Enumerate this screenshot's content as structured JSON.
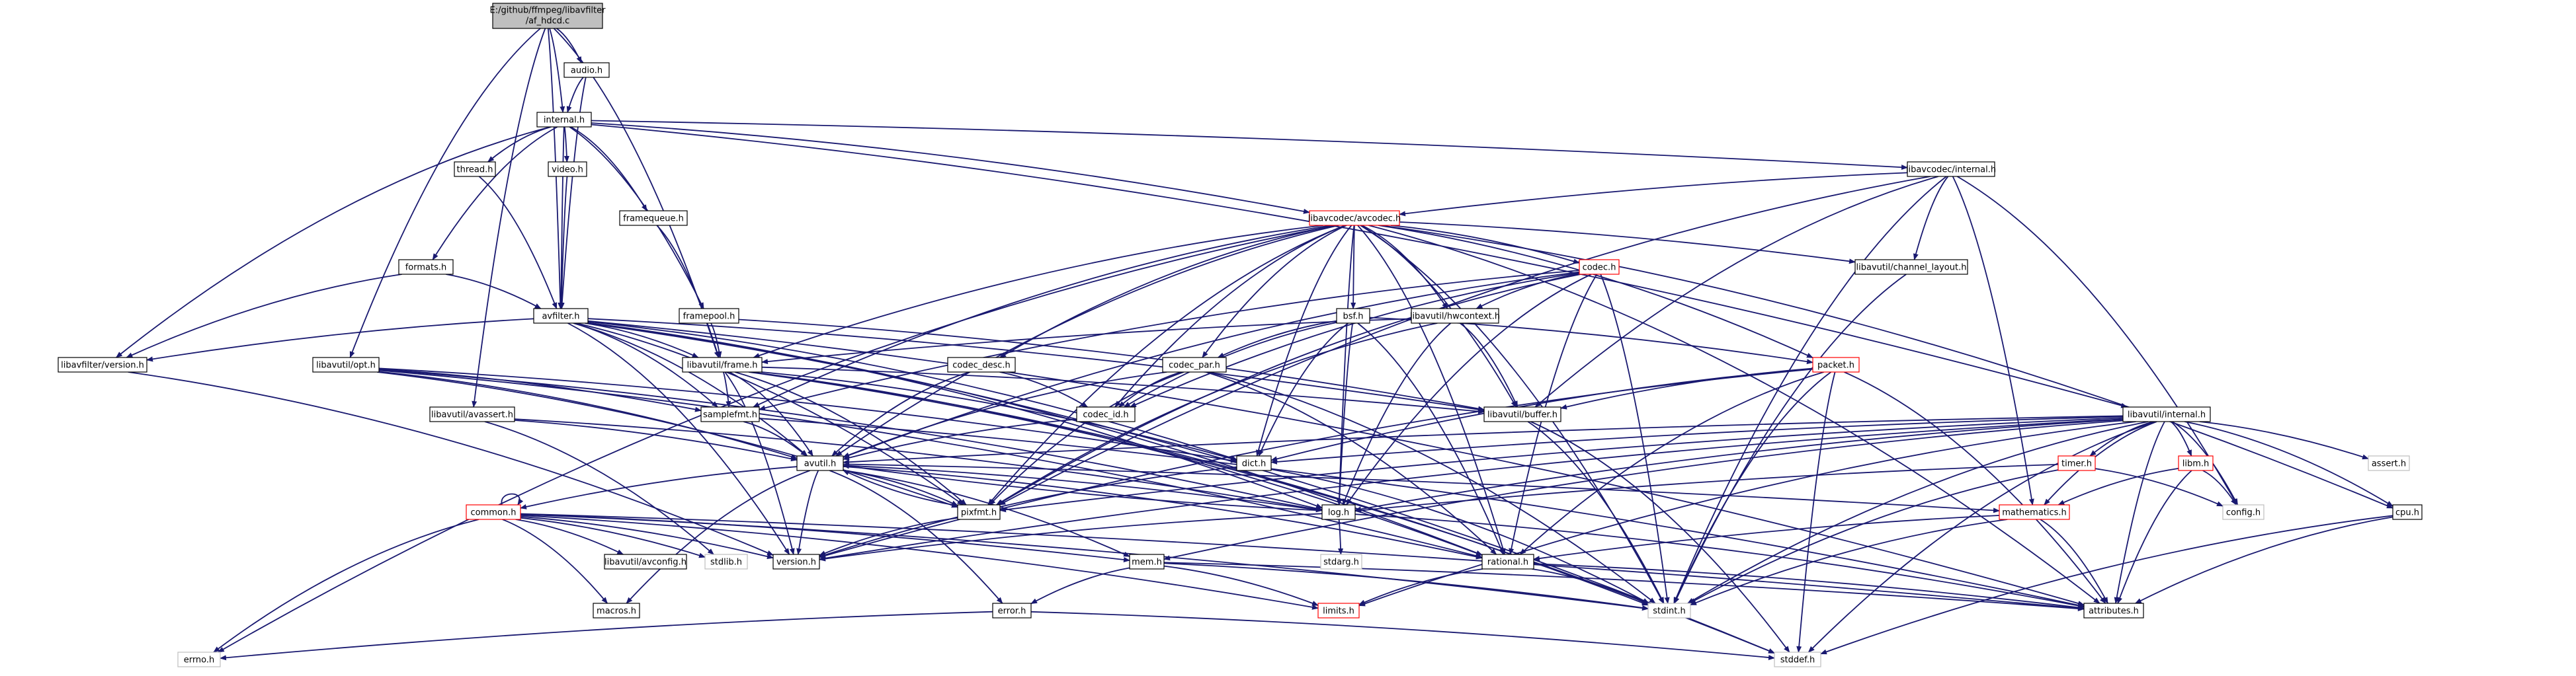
{
  "colors": {
    "edge": "#191970",
    "root_fill": "#bfbfbf",
    "missing_border": "#ff0000",
    "external_border": "#bfbfbf",
    "node_border": "#000000"
  },
  "nodes": [
    {
      "id": "root",
      "label": "E:/github/ffmpeg/libavfilter/af_hdcd.c",
      "lines": [
        "E:/github/ffmpeg/libavfilter",
        "/af_hdcd.c"
      ],
      "kind": "root"
    },
    {
      "id": "audio",
      "label": "audio.h",
      "kind": "normal"
    },
    {
      "id": "internal",
      "label": "internal.h",
      "kind": "normal"
    },
    {
      "id": "thread",
      "label": "thread.h",
      "kind": "normal"
    },
    {
      "id": "video",
      "label": "video.h",
      "kind": "normal"
    },
    {
      "id": "framequeue",
      "label": "framequeue.h",
      "kind": "normal"
    },
    {
      "id": "formats",
      "label": "formats.h",
      "kind": "normal"
    },
    {
      "id": "framepool",
      "label": "framepool.h",
      "kind": "normal"
    },
    {
      "id": "avfilter",
      "label": "avfilter.h",
      "kind": "normal"
    },
    {
      "id": "lfversion",
      "label": "libavfilter/version.h",
      "kind": "normal"
    },
    {
      "id": "opt",
      "label": "libavutil/opt.h",
      "kind": "normal"
    },
    {
      "id": "avassert",
      "label": "libavutil/avassert.h",
      "kind": "normal"
    },
    {
      "id": "frame",
      "label": "libavutil/frame.h",
      "kind": "normal"
    },
    {
      "id": "samplefmt",
      "label": "samplefmt.h",
      "kind": "normal"
    },
    {
      "id": "avutil",
      "label": "avutil.h",
      "kind": "normal"
    },
    {
      "id": "common",
      "label": "common.h",
      "kind": "missing"
    },
    {
      "id": "avconfig",
      "label": "libavutil/avconfig.h",
      "kind": "normal"
    },
    {
      "id": "stdlib",
      "label": "stdlib.h",
      "kind": "external"
    },
    {
      "id": "version",
      "label": "version.h",
      "kind": "normal"
    },
    {
      "id": "macros",
      "label": "macros.h",
      "kind": "normal"
    },
    {
      "id": "errno",
      "label": "errno.h",
      "kind": "external"
    },
    {
      "id": "pixfmt",
      "label": "pixfmt.h",
      "kind": "normal"
    },
    {
      "id": "log",
      "label": "log.h",
      "kind": "normal"
    },
    {
      "id": "stdarg",
      "label": "stdarg.h",
      "kind": "external"
    },
    {
      "id": "mem",
      "label": "mem.h",
      "kind": "normal"
    },
    {
      "id": "error",
      "label": "error.h",
      "kind": "normal"
    },
    {
      "id": "limits",
      "label": "limits.h",
      "kind": "missing"
    },
    {
      "id": "stddef",
      "label": "stddef.h",
      "kind": "external"
    },
    {
      "id": "codecdesc",
      "label": "codec_desc.h",
      "kind": "normal"
    },
    {
      "id": "codecid",
      "label": "codec_id.h",
      "kind": "normal"
    },
    {
      "id": "codecpar",
      "label": "codec_par.h",
      "kind": "normal"
    },
    {
      "id": "bsf",
      "label": "bsf.h",
      "kind": "normal"
    },
    {
      "id": "hwcontext",
      "label": "libavutil/hwcontext.h",
      "kind": "normal"
    },
    {
      "id": "codec",
      "label": "codec.h",
      "kind": "missing"
    },
    {
      "id": "packet",
      "label": "packet.h",
      "kind": "missing"
    },
    {
      "id": "buffer",
      "label": "libavutil/buffer.h",
      "kind": "normal"
    },
    {
      "id": "dict",
      "label": "dict.h",
      "kind": "normal"
    },
    {
      "id": "rational",
      "label": "rational.h",
      "kind": "normal"
    },
    {
      "id": "stdint",
      "label": "stdint.h",
      "kind": "external"
    },
    {
      "id": "attributes",
      "label": "attributes.h",
      "kind": "normal"
    },
    {
      "id": "avcodec",
      "label": "libavcodec/avcodec.h",
      "kind": "missing"
    },
    {
      "id": "lcinternal",
      "label": "libavcodec/internal.h",
      "kind": "normal"
    },
    {
      "id": "chlayout",
      "label": "libavutil/channel_layout.h",
      "kind": "normal"
    },
    {
      "id": "luinternal",
      "label": "libavutil/internal.h",
      "kind": "normal"
    },
    {
      "id": "timer",
      "label": "timer.h",
      "kind": "missing"
    },
    {
      "id": "libm",
      "label": "libm.h",
      "kind": "missing"
    },
    {
      "id": "mathematics",
      "label": "mathematics.h",
      "kind": "missing"
    },
    {
      "id": "assert",
      "label": "assert.h",
      "kind": "external"
    },
    {
      "id": "config",
      "label": "config.h",
      "kind": "external"
    },
    {
      "id": "cpu",
      "label": "cpu.h",
      "kind": "normal"
    }
  ],
  "edges": [
    [
      "root",
      "audio"
    ],
    [
      "root",
      "internal"
    ],
    [
      "root",
      "avfilter"
    ],
    [
      "root",
      "opt"
    ],
    [
      "root",
      "avassert"
    ],
    [
      "root",
      "frame"
    ],
    [
      "audio",
      "internal"
    ],
    [
      "audio",
      "avfilter"
    ],
    [
      "internal",
      "thread"
    ],
    [
      "internal",
      "video"
    ],
    [
      "internal",
      "framequeue"
    ],
    [
      "internal",
      "formats"
    ],
    [
      "internal",
      "framepool"
    ],
    [
      "internal",
      "avfilter"
    ],
    [
      "internal",
      "lfversion"
    ],
    [
      "internal",
      "avcodec"
    ],
    [
      "internal",
      "lcinternal"
    ],
    [
      "internal",
      "luinternal"
    ],
    [
      "thread",
      "avfilter"
    ],
    [
      "video",
      "avfilter"
    ],
    [
      "framequeue",
      "frame"
    ],
    [
      "formats",
      "avfilter"
    ],
    [
      "formats",
      "lfversion"
    ],
    [
      "framepool",
      "frame"
    ],
    [
      "framepool",
      "buffer"
    ],
    [
      "avfilter",
      "lfversion"
    ],
    [
      "avfilter",
      "frame"
    ],
    [
      "avfilter",
      "samplefmt"
    ],
    [
      "avfilter",
      "avutil"
    ],
    [
      "avfilter",
      "dict"
    ],
    [
      "avfilter",
      "buffer"
    ],
    [
      "avfilter",
      "log"
    ],
    [
      "avfilter",
      "pixfmt"
    ],
    [
      "avfilter",
      "rational"
    ],
    [
      "avfilter",
      "attributes"
    ],
    [
      "avfilter",
      "stddef"
    ],
    [
      "avfilter",
      "version"
    ],
    [
      "lfversion",
      "version"
    ],
    [
      "opt",
      "avutil"
    ],
    [
      "opt",
      "samplefmt"
    ],
    [
      "opt",
      "dict"
    ],
    [
      "opt",
      "log"
    ],
    [
      "opt",
      "pixfmt"
    ],
    [
      "opt",
      "rational"
    ],
    [
      "avassert",
      "avutil"
    ],
    [
      "avassert",
      "log"
    ],
    [
      "avassert",
      "stdlib"
    ],
    [
      "frame",
      "avutil"
    ],
    [
      "frame",
      "samplefmt"
    ],
    [
      "frame",
      "buffer"
    ],
    [
      "frame",
      "dict"
    ],
    [
      "frame",
      "pixfmt"
    ],
    [
      "frame",
      "rational"
    ],
    [
      "frame",
      "stddef"
    ],
    [
      "frame",
      "stdint"
    ],
    [
      "frame",
      "version"
    ],
    [
      "samplefmt",
      "avutil"
    ],
    [
      "samplefmt",
      "attributes"
    ],
    [
      "avutil",
      "common"
    ],
    [
      "avutil",
      "error"
    ],
    [
      "avutil",
      "version"
    ],
    [
      "avutil",
      "macros"
    ],
    [
      "avutil",
      "mathematics"
    ],
    [
      "avutil",
      "rational"
    ],
    [
      "avutil",
      "log"
    ],
    [
      "avutil",
      "pixfmt"
    ],
    [
      "avutil",
      "mem"
    ],
    [
      "common",
      "common"
    ],
    [
      "common",
      "errno"
    ],
    [
      "common",
      "avconfig"
    ],
    [
      "common",
      "stdlib"
    ],
    [
      "common",
      "macros"
    ],
    [
      "common",
      "attributes"
    ],
    [
      "common",
      "limits"
    ],
    [
      "common",
      "stdint"
    ],
    [
      "common",
      "mem"
    ],
    [
      "common",
      "version"
    ],
    [
      "pixfmt",
      "avutil"
    ],
    [
      "pixfmt",
      "version"
    ],
    [
      "log",
      "avutil"
    ],
    [
      "log",
      "stdarg"
    ],
    [
      "log",
      "attributes"
    ],
    [
      "log",
      "version"
    ],
    [
      "mem",
      "error"
    ],
    [
      "mem",
      "attributes"
    ],
    [
      "mem",
      "limits"
    ],
    [
      "mem",
      "stdint"
    ],
    [
      "error",
      "errno"
    ],
    [
      "error",
      "stddef"
    ],
    [
      "codecdesc",
      "avutil"
    ],
    [
      "codecdesc",
      "codecid"
    ],
    [
      "codecid",
      "avutil"
    ],
    [
      "codecpar",
      "avutil"
    ],
    [
      "codecpar",
      "codecid"
    ],
    [
      "codecpar",
      "pixfmt"
    ],
    [
      "codecpar",
      "rational"
    ],
    [
      "codecpar",
      "stdint"
    ],
    [
      "bsf",
      "codecpar"
    ],
    [
      "bsf",
      "codecid"
    ],
    [
      "bsf",
      "packet"
    ],
    [
      "bsf",
      "dict"
    ],
    [
      "bsf",
      "log"
    ],
    [
      "bsf",
      "rational"
    ],
    [
      "hwcontext",
      "buffer"
    ],
    [
      "hwcontext",
      "frame"
    ],
    [
      "hwcontext",
      "log"
    ],
    [
      "hwcontext",
      "pixfmt"
    ],
    [
      "codec",
      "hwcontext"
    ],
    [
      "codec",
      "codecid"
    ],
    [
      "codec",
      "samplefmt"
    ],
    [
      "codec",
      "avutil"
    ],
    [
      "codec",
      "log"
    ],
    [
      "codec",
      "pixfmt"
    ],
    [
      "codec",
      "rational"
    ],
    [
      "codec",
      "stdint"
    ],
    [
      "packet",
      "buffer"
    ],
    [
      "packet",
      "attributes"
    ],
    [
      "packet",
      "dict"
    ],
    [
      "packet",
      "rational"
    ],
    [
      "packet",
      "stddef"
    ],
    [
      "packet",
      "stdint"
    ],
    [
      "packet",
      "version"
    ],
    [
      "buffer",
      "stdint"
    ],
    [
      "buffer",
      "stddef"
    ],
    [
      "dict",
      "stdint"
    ],
    [
      "dict",
      "version"
    ],
    [
      "rational",
      "stdint"
    ],
    [
      "rational",
      "limits"
    ],
    [
      "rational",
      "attributes"
    ],
    [
      "avcodec",
      "errno"
    ],
    [
      "avcodec",
      "avutil"
    ],
    [
      "avcodec",
      "samplefmt"
    ],
    [
      "avcodec",
      "codecdesc"
    ],
    [
      "avcodec",
      "codecid"
    ],
    [
      "avcodec",
      "codecpar"
    ],
    [
      "avcodec",
      "bsf"
    ],
    [
      "avcodec",
      "hwcontext"
    ],
    [
      "avcodec",
      "codec"
    ],
    [
      "avcodec",
      "packet"
    ],
    [
      "avcodec",
      "buffer"
    ],
    [
      "avcodec",
      "chlayout"
    ],
    [
      "avcodec",
      "dict"
    ],
    [
      "avcodec",
      "frame"
    ],
    [
      "avcodec",
      "log"
    ],
    [
      "avcodec",
      "pixfmt"
    ],
    [
      "avcodec",
      "rational"
    ],
    [
      "avcodec",
      "attributes"
    ],
    [
      "avcodec",
      "cpu"
    ],
    [
      "avcodec",
      "stdint"
    ],
    [
      "lcinternal",
      "avcodec"
    ],
    [
      "lcinternal",
      "chlayout"
    ],
    [
      "lcinternal",
      "buffer"
    ],
    [
      "lcinternal",
      "mathematics"
    ],
    [
      "lcinternal",
      "pixfmt"
    ],
    [
      "lcinternal",
      "stdint"
    ],
    [
      "lcinternal",
      "config"
    ],
    [
      "chlayout",
      "stdint"
    ],
    [
      "luinternal",
      "timer"
    ],
    [
      "luinternal",
      "libm"
    ],
    [
      "luinternal",
      "mathematics"
    ],
    [
      "luinternal",
      "assert"
    ],
    [
      "luinternal",
      "config"
    ],
    [
      "luinternal",
      "cpu"
    ],
    [
      "luinternal",
      "attributes"
    ],
    [
      "luinternal",
      "dict"
    ],
    [
      "luinternal",
      "pixfmt"
    ],
    [
      "luinternal",
      "version"
    ],
    [
      "luinternal",
      "log"
    ],
    [
      "luinternal",
      "avutil"
    ],
    [
      "luinternal",
      "stddef"
    ],
    [
      "luinternal",
      "stdint"
    ],
    [
      "luinternal",
      "limits"
    ],
    [
      "luinternal",
      "mem"
    ],
    [
      "timer",
      "config"
    ],
    [
      "timer",
      "stdint"
    ],
    [
      "timer",
      "log"
    ],
    [
      "libm",
      "config"
    ],
    [
      "libm",
      "attributes"
    ],
    [
      "libm",
      "mathematics"
    ],
    [
      "mathematics",
      "attributes"
    ],
    [
      "mathematics",
      "rational"
    ],
    [
      "mathematics",
      "stdint"
    ],
    [
      "cpu",
      "attributes"
    ],
    [
      "cpu",
      "stddef"
    ]
  ]
}
